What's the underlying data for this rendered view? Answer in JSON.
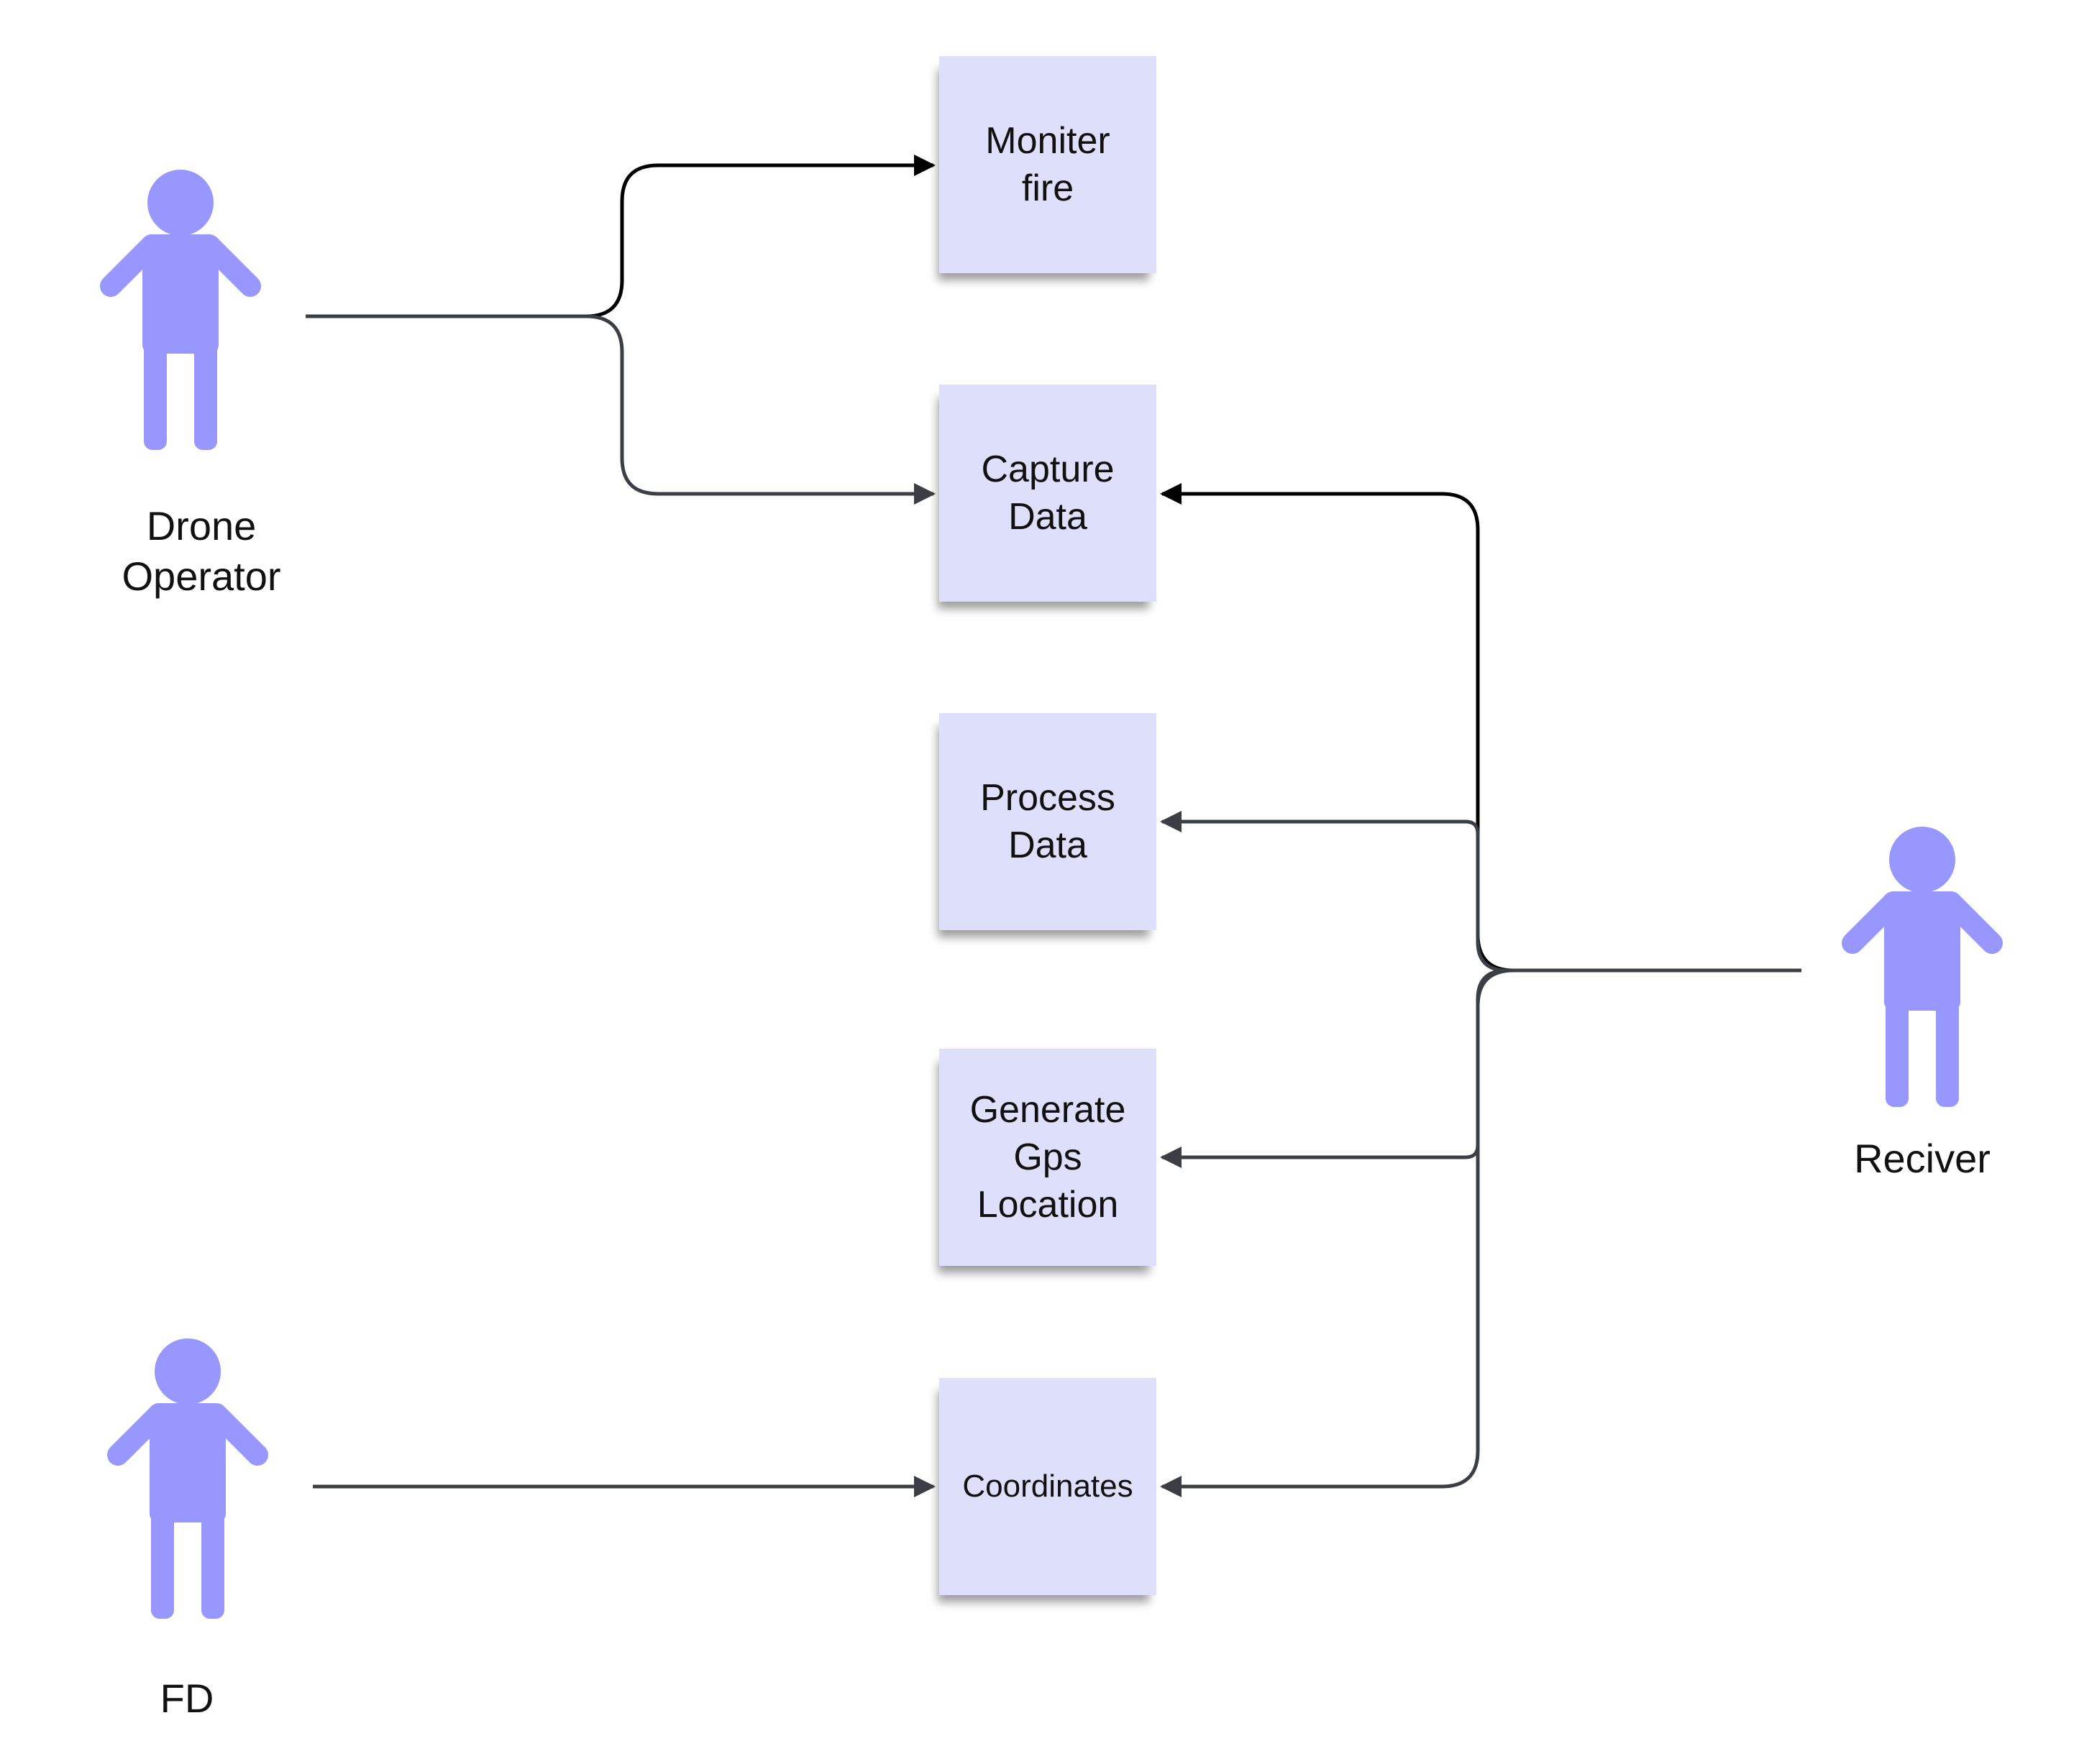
{
  "diagram": {
    "actors": [
      {
        "id": "drone-operator",
        "label": "Drone\n Operator"
      },
      {
        "id": "reciver",
        "label": "Reciver"
      },
      {
        "id": "fd",
        "label": "FD"
      }
    ],
    "processes": [
      {
        "id": "moniter-fire",
        "label": "Moniter\nfire"
      },
      {
        "id": "capture-data",
        "label": "Capture\nData"
      },
      {
        "id": "process-data",
        "label": "Process\nData"
      },
      {
        "id": "generate-gps-location",
        "label": "Generate\nGps\nLocation"
      },
      {
        "id": "coordinates",
        "label": "Coordinates"
      }
    ],
    "connections": [
      {
        "from": "drone-operator",
        "to": "moniter-fire"
      },
      {
        "from": "drone-operator",
        "to": "capture-data"
      },
      {
        "from": "reciver",
        "to": "capture-data"
      },
      {
        "from": "reciver",
        "to": "process-data"
      },
      {
        "from": "reciver",
        "to": "generate-gps-location"
      },
      {
        "from": "reciver",
        "to": "coordinates"
      },
      {
        "from": "fd",
        "to": "coordinates"
      }
    ]
  },
  "colors": {
    "actor_fill": "#9797fd",
    "note_fill": "#dedffa",
    "line_dark": "#3b3f45",
    "line_black": "#000000"
  }
}
